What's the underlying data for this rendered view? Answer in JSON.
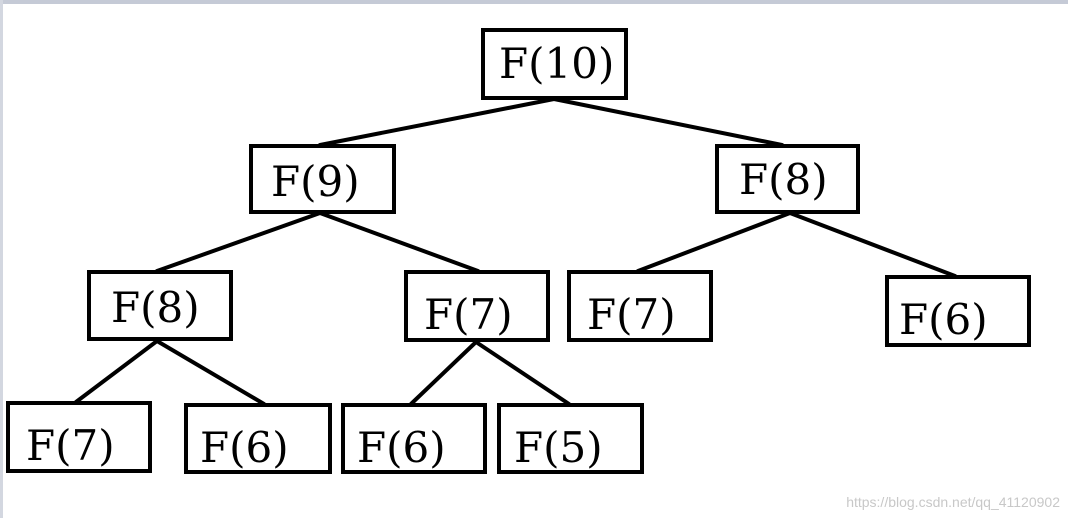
{
  "tree": {
    "nodes": [
      {
        "id": "f10",
        "label": "F(10)"
      },
      {
        "id": "f9",
        "label": "F(9)"
      },
      {
        "id": "f8a",
        "label": "F(8)"
      },
      {
        "id": "f8b",
        "label": "F(8)"
      },
      {
        "id": "f7a",
        "label": "F(7)"
      },
      {
        "id": "f7b",
        "label": "F(7)"
      },
      {
        "id": "f6a",
        "label": "F(6)"
      },
      {
        "id": "f7c",
        "label": "F(7)"
      },
      {
        "id": "f6b",
        "label": "F(6)"
      },
      {
        "id": "f6c",
        "label": "F(6)"
      },
      {
        "id": "f5",
        "label": "F(5)"
      }
    ],
    "edges": [
      [
        "f10",
        "f9"
      ],
      [
        "f10",
        "f8a"
      ],
      [
        "f9",
        "f8b"
      ],
      [
        "f9",
        "f7a"
      ],
      [
        "f8a",
        "f7b"
      ],
      [
        "f8a",
        "f6a"
      ],
      [
        "f8b",
        "f7c"
      ],
      [
        "f8b",
        "f6b"
      ],
      [
        "f7a",
        "f6c"
      ],
      [
        "f7a",
        "f5"
      ]
    ],
    "line_color": "#000000"
  },
  "watermark": "https://blog.csdn.net/qq_41120902"
}
